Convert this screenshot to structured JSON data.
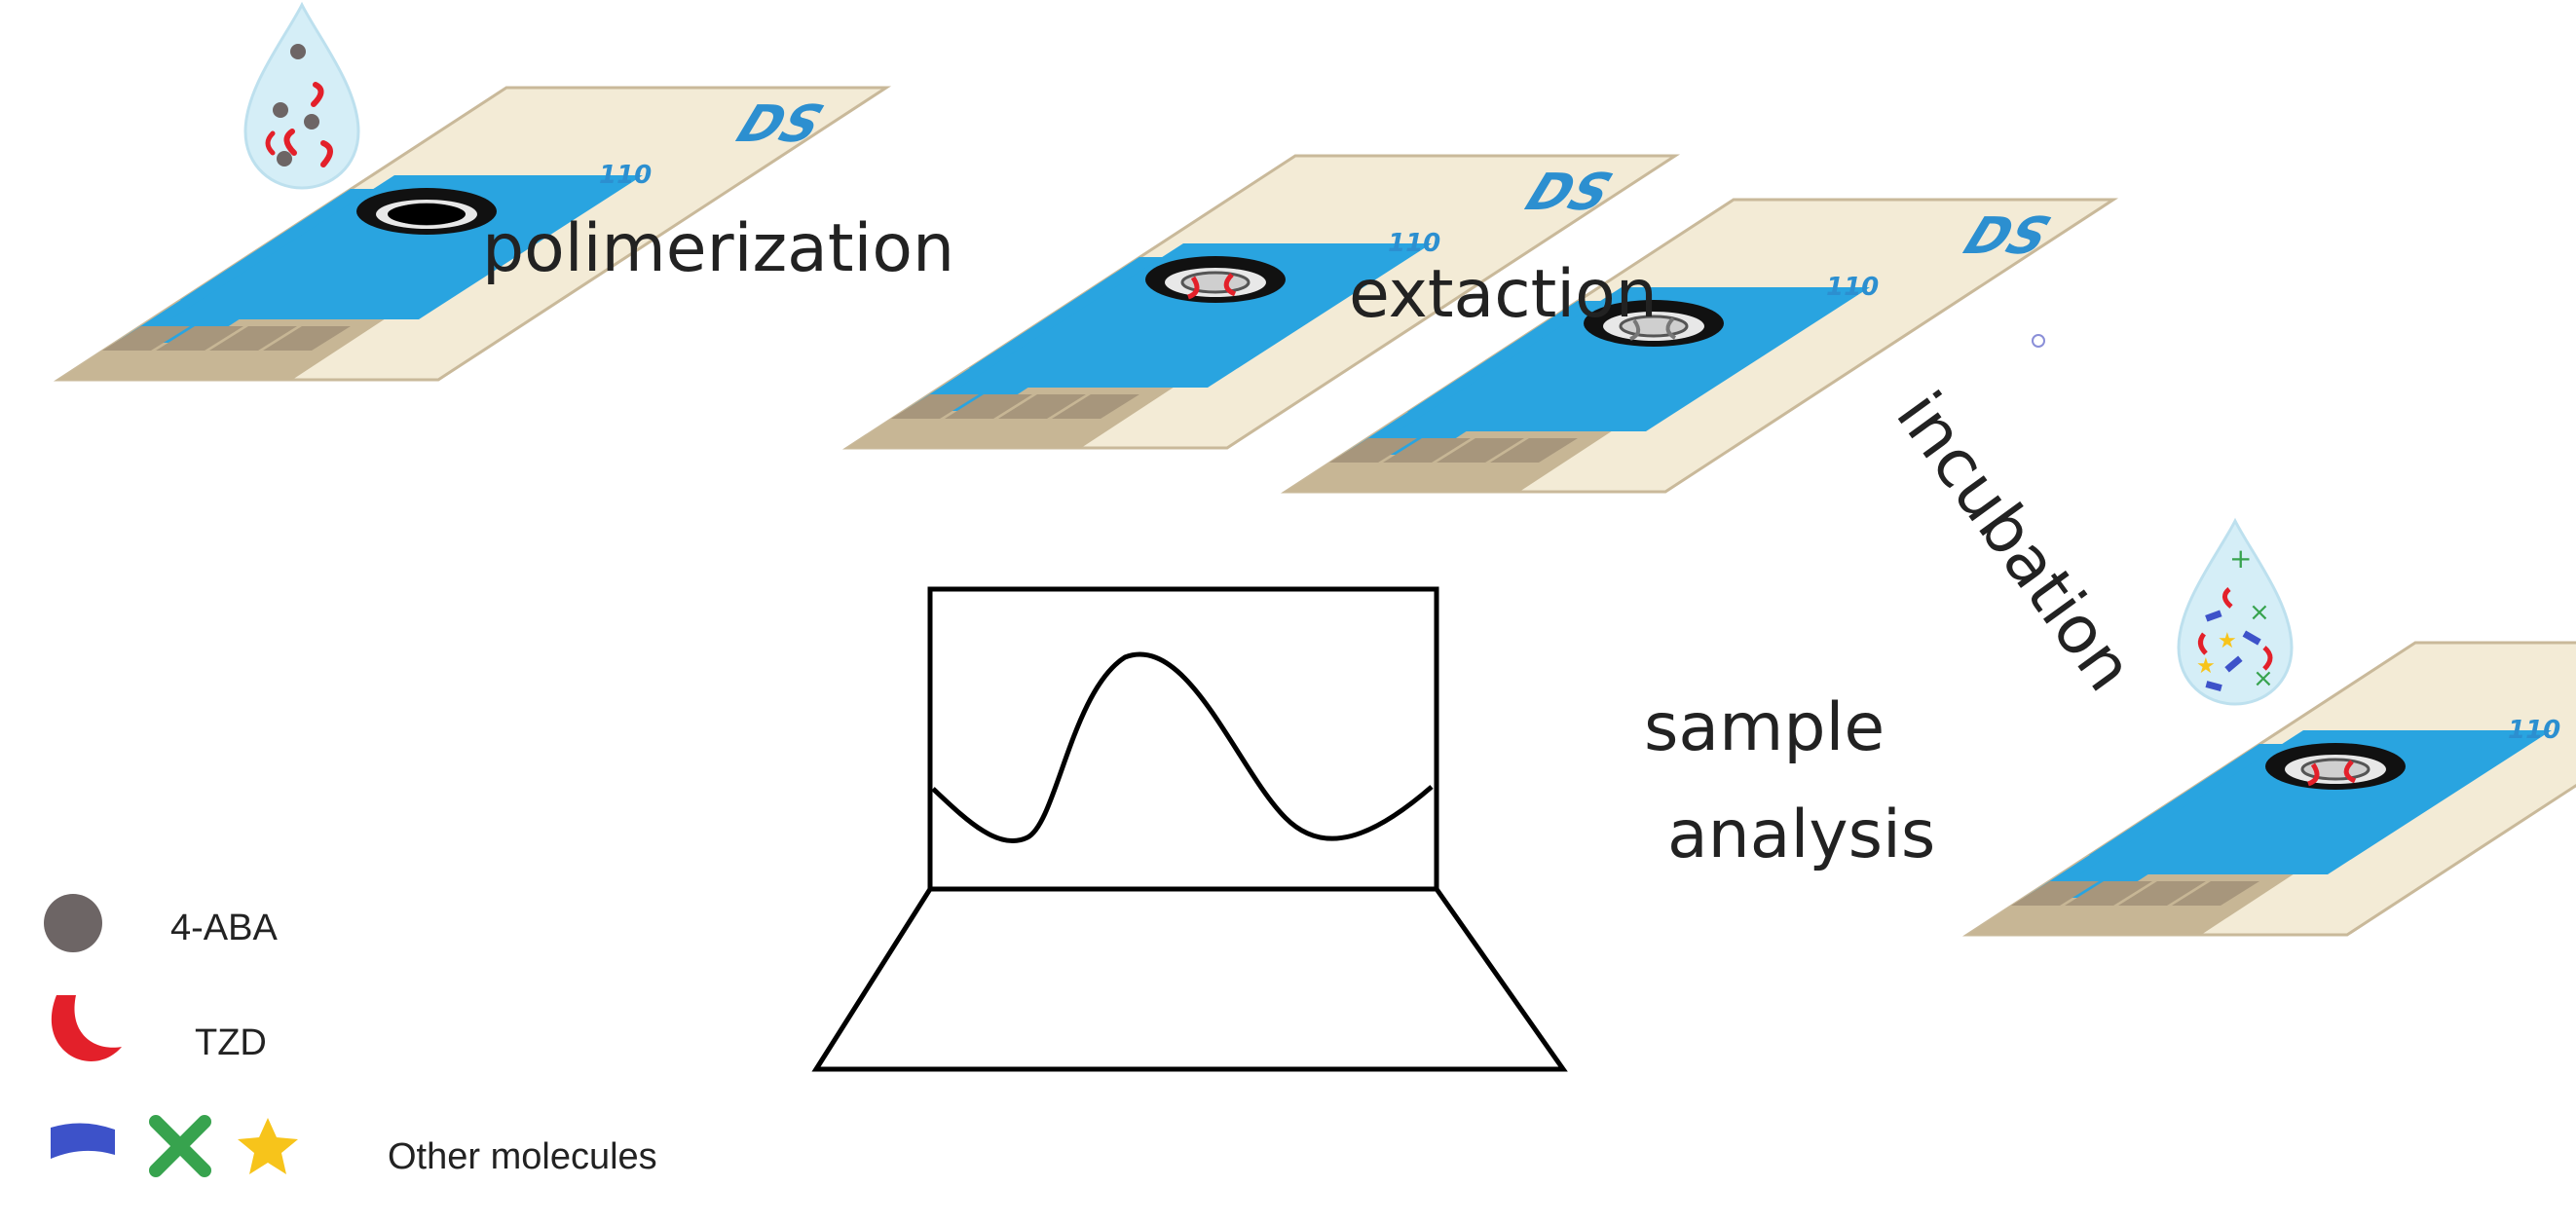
{
  "steps": {
    "polymerization": "polimerization",
    "extraction": "extaction",
    "incubation": "incubation",
    "analysis_line1": "sample",
    "analysis_line2": "analysis"
  },
  "strip": {
    "brand": "DS",
    "model": "110"
  },
  "legend": {
    "aba": "4-ABA",
    "tzd": "TZD",
    "other": "Other molecules"
  },
  "colors": {
    "strip_blue": "#29a4e0",
    "strip_base": "#f3ebd6",
    "contact": "#a7967c",
    "drop": "#d5eef7",
    "aba": "#6d6565",
    "tzd": "#e3202a",
    "other_blue": "#3d52c9",
    "other_green": "#37a34e",
    "other_yellow": "#f7c41b"
  },
  "icons": [
    "sample-drop-icon",
    "screen-printed-electrode-icon",
    "laptop-icon",
    "voltammogram-icon",
    "aba-molecule-icon",
    "tzd-molecule-icon",
    "other-molecule-icons"
  ]
}
